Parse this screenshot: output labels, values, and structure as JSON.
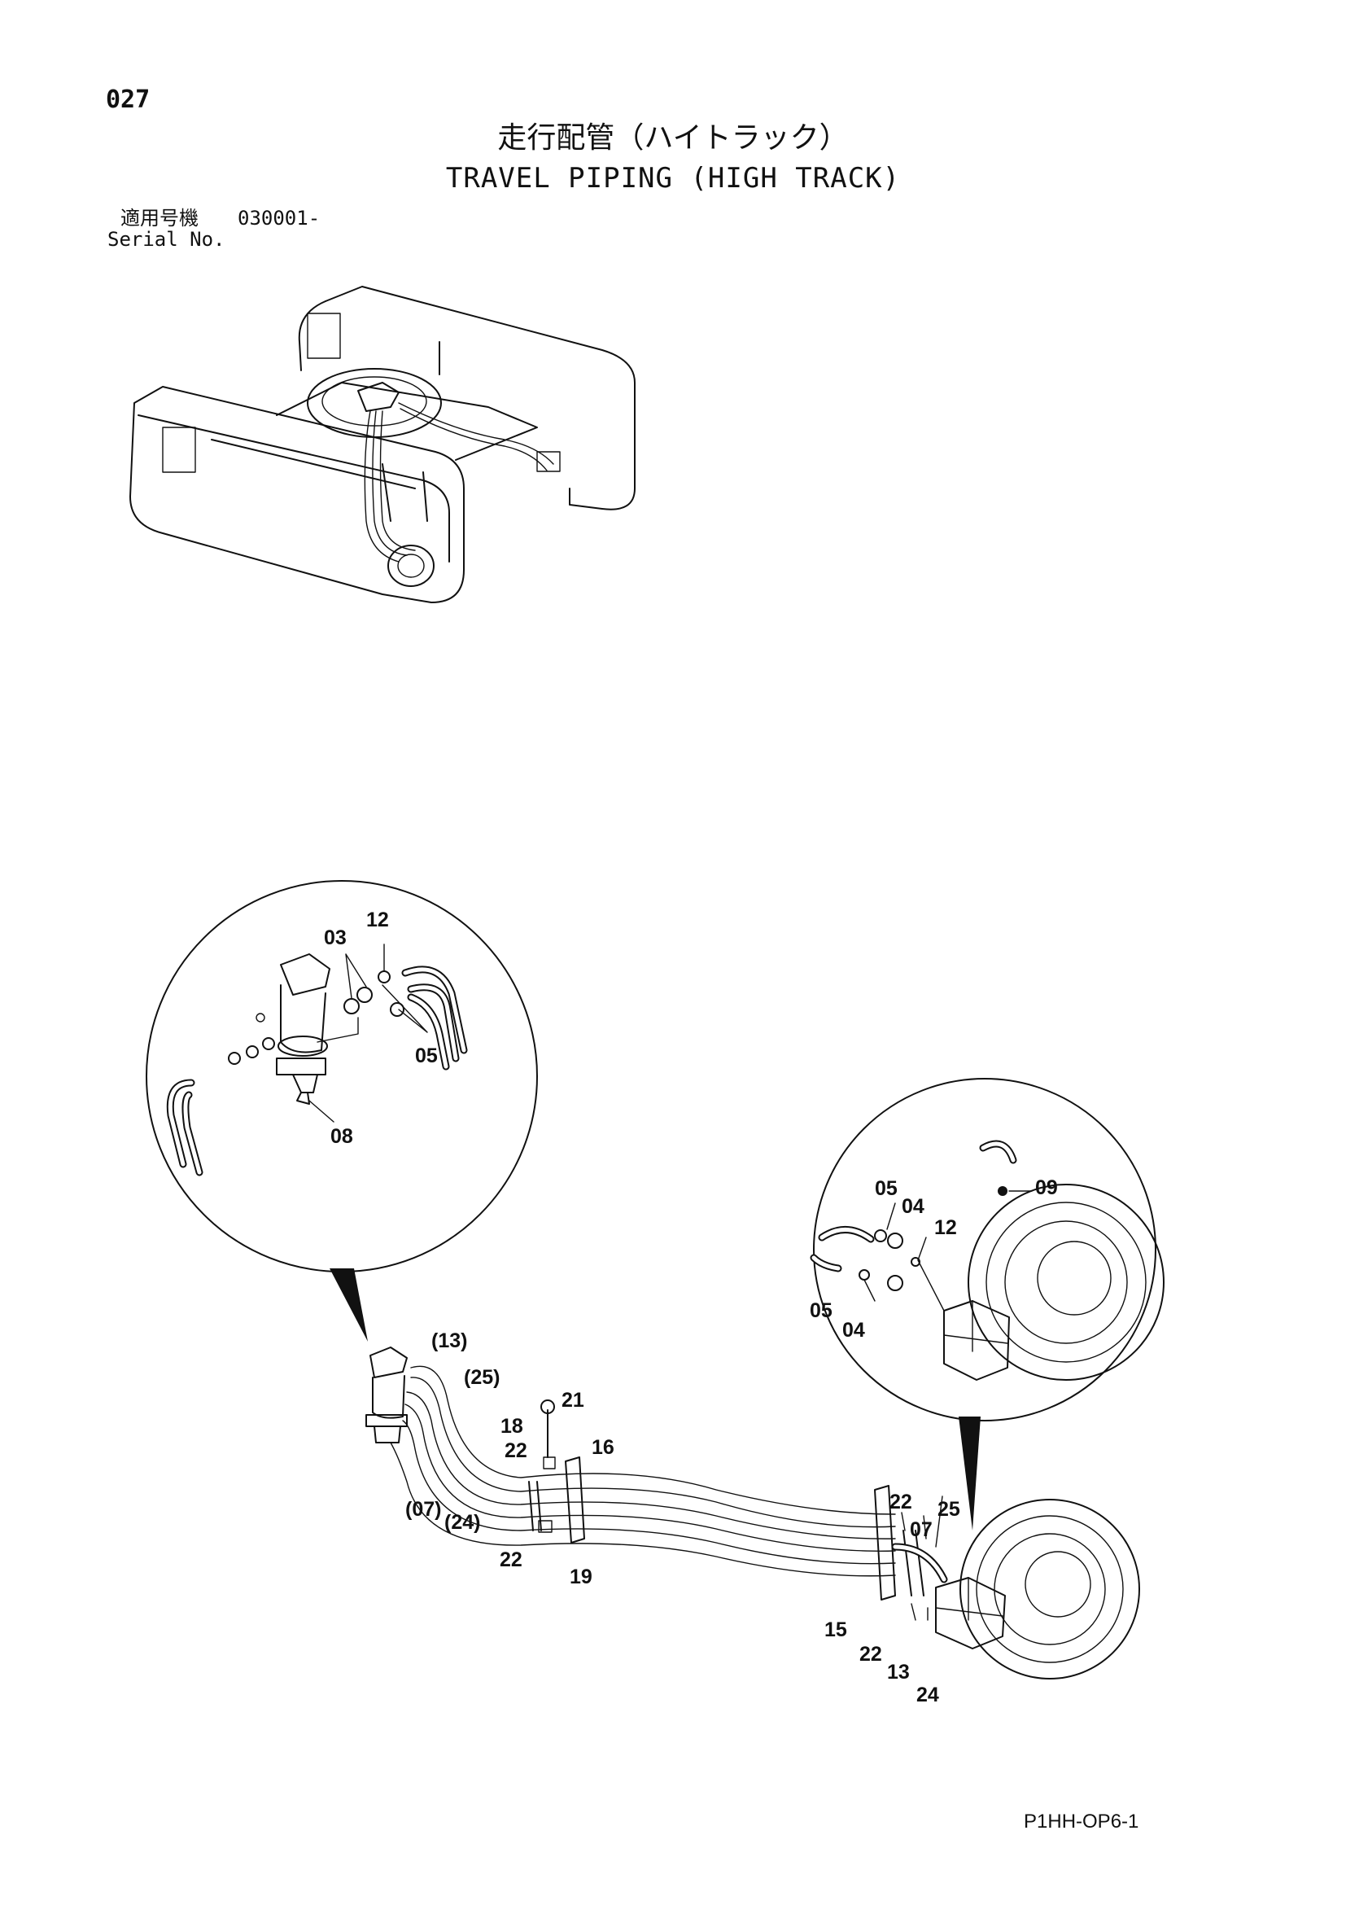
{
  "page": {
    "page_number": "027",
    "title_jp": "走行配管（ハイトラック）",
    "title_en": "TRAVEL PIPING (HIGH TRACK)",
    "serial_label_jp": "適用号機",
    "serial_label_en": "Serial No.",
    "serial_value": "030001-",
    "drawing_code": "P1HH-OP6-1"
  },
  "callouts": {
    "detail_left": [
      "12",
      "03",
      "05",
      "08"
    ],
    "detail_right": [
      "05",
      "04",
      "12",
      "09",
      "05",
      "04"
    ],
    "main": [
      "(13)",
      "(25)",
      "21",
      "18",
      "22",
      "16",
      "(07)",
      "(24)",
      "22",
      "19",
      "22",
      "25",
      "07",
      "15",
      "22",
      "13",
      "24"
    ]
  }
}
